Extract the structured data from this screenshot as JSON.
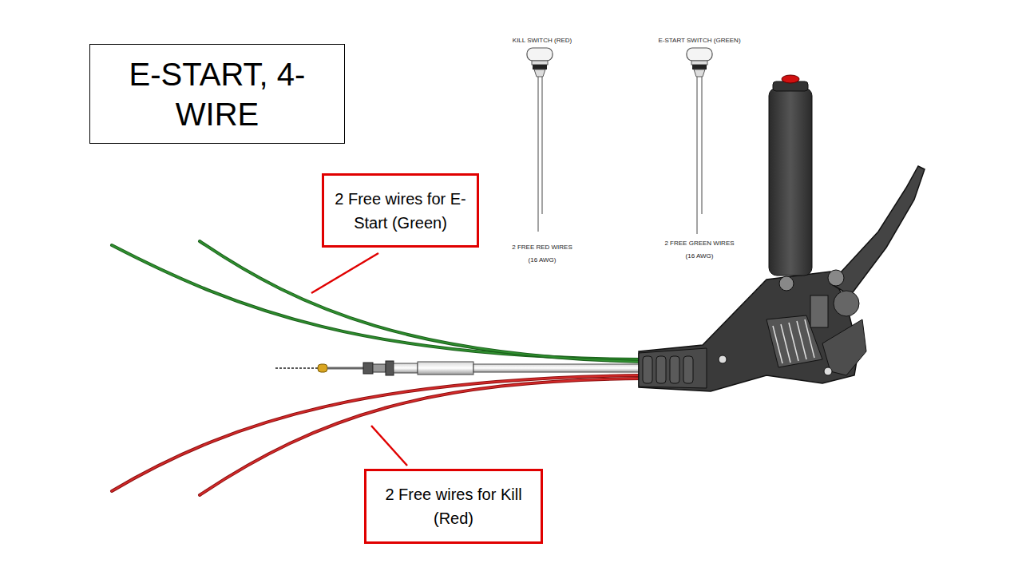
{
  "diagram": {
    "title": "E-START, 4-WIRE",
    "nodes": [
      {
        "text": [
          "2 Free wires for E-Start (Green)"
        ]
      },
      {
        "text": [
          "2 Free wires for Kill (Red)"
        ]
      }
    ],
    "labels": [
      "KILL SWITCH (RED)",
      "E-START SWITCH (GREEN)",
      "2 FREE RED WIRES",
      "(16 AWG)",
      "2 FREE GREEN WIRES",
      "(16 AWG)"
    ]
  }
}
